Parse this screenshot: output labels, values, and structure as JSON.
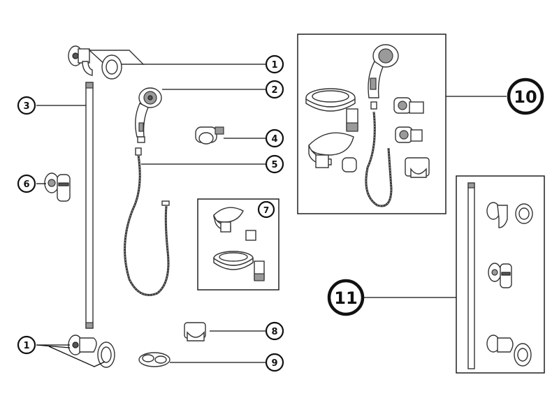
{
  "callouts": {
    "c1_top": "1",
    "c2": "2",
    "c3": "3",
    "c4": "4",
    "c5": "5",
    "c6": "6",
    "c7": "7",
    "c8": "8",
    "c9": "9",
    "c1_bottom": "1",
    "c10": "10",
    "c11": "11"
  }
}
